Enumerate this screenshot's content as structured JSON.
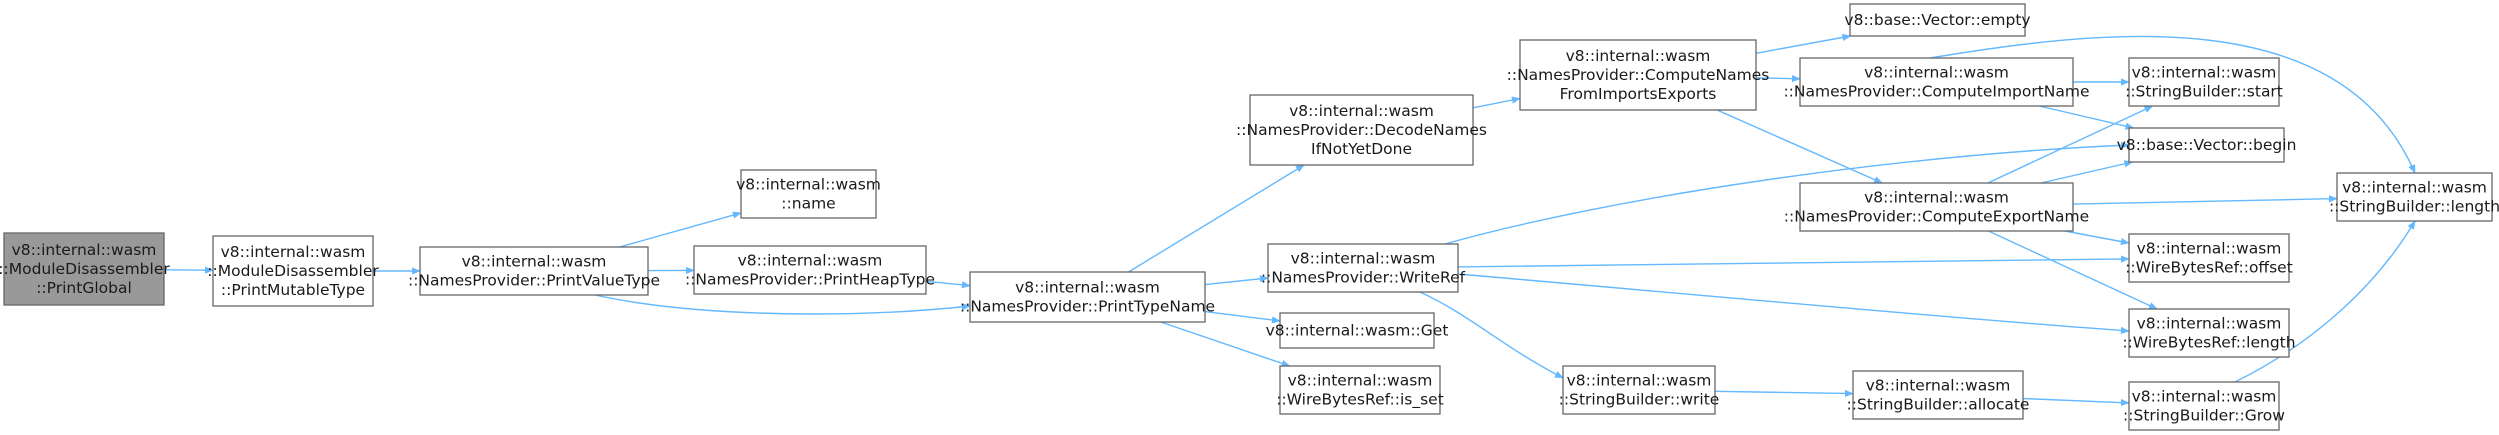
{
  "graph": {
    "colors": {
      "edge": "#63b8ff",
      "node_border": "#666666",
      "root_fill": "#999999",
      "node_fill": "#ffffff"
    },
    "nodes": [
      {
        "id": "printGlobal",
        "lines": [
          "v8::internal::wasm",
          "::ModuleDisassembler",
          "::PrintGlobal"
        ],
        "root": true
      },
      {
        "id": "printMutableType",
        "lines": [
          "v8::internal::wasm",
          "::ModuleDisassembler",
          "::PrintMutableType"
        ]
      },
      {
        "id": "printValueType",
        "lines": [
          "v8::internal::wasm",
          "::NamesProvider::PrintValueType"
        ]
      },
      {
        "id": "name",
        "lines": [
          "v8::internal::wasm",
          "::name"
        ]
      },
      {
        "id": "printHeapType",
        "lines": [
          "v8::internal::wasm",
          "::NamesProvider::PrintHeapType"
        ]
      },
      {
        "id": "printTypeName",
        "lines": [
          "v8::internal::wasm",
          "::NamesProvider::PrintTypeName"
        ]
      },
      {
        "id": "decodeNames",
        "lines": [
          "v8::internal::wasm",
          "::NamesProvider::DecodeNames",
          "IfNotYetDone"
        ]
      },
      {
        "id": "writeRef",
        "lines": [
          "v8::internal::wasm",
          "::NamesProvider::WriteRef"
        ]
      },
      {
        "id": "get",
        "lines": [
          "v8::internal::wasm::Get"
        ]
      },
      {
        "id": "isSet",
        "lines": [
          "v8::internal::wasm",
          "::WireBytesRef::is_set"
        ]
      },
      {
        "id": "computeNames",
        "lines": [
          "v8::internal::wasm",
          "::NamesProvider::ComputeNames",
          "FromImportsExports"
        ]
      },
      {
        "id": "sbWrite",
        "lines": [
          "v8::internal::wasm",
          "::StringBuilder::write"
        ]
      },
      {
        "id": "vecEmpty",
        "lines": [
          "v8::base::Vector::empty"
        ]
      },
      {
        "id": "computeImport",
        "lines": [
          "v8::internal::wasm",
          "::NamesProvider::ComputeImportName"
        ]
      },
      {
        "id": "computeExport",
        "lines": [
          "v8::internal::wasm",
          "::NamesProvider::ComputeExportName"
        ]
      },
      {
        "id": "sbAllocate",
        "lines": [
          "v8::internal::wasm",
          "::StringBuilder::allocate"
        ]
      },
      {
        "id": "sbStart",
        "lines": [
          "v8::internal::wasm",
          "::StringBuilder::start"
        ]
      },
      {
        "id": "vecBegin",
        "lines": [
          "v8::base::Vector::begin"
        ]
      },
      {
        "id": "wbOffset",
        "lines": [
          "v8::internal::wasm",
          "::WireBytesRef::offset"
        ]
      },
      {
        "id": "wbLength",
        "lines": [
          "v8::internal::wasm",
          "::WireBytesRef::length"
        ]
      },
      {
        "id": "sbGrow",
        "lines": [
          "v8::internal::wasm",
          "::StringBuilder::Grow"
        ]
      },
      {
        "id": "sbLength",
        "lines": [
          "v8::internal::wasm",
          "::StringBuilder::length"
        ]
      }
    ],
    "edges": [
      [
        "printGlobal",
        "printMutableType"
      ],
      [
        "printMutableType",
        "printValueType"
      ],
      [
        "printValueType",
        "name"
      ],
      [
        "printValueType",
        "printHeapType"
      ],
      [
        "printValueType",
        "printTypeName"
      ],
      [
        "printHeapType",
        "printTypeName"
      ],
      [
        "printTypeName",
        "decodeNames"
      ],
      [
        "printTypeName",
        "writeRef"
      ],
      [
        "printTypeName",
        "get"
      ],
      [
        "printTypeName",
        "isSet"
      ],
      [
        "decodeNames",
        "computeNames"
      ],
      [
        "computeNames",
        "vecEmpty"
      ],
      [
        "computeNames",
        "computeImport"
      ],
      [
        "computeNames",
        "computeExport"
      ],
      [
        "writeRef",
        "vecBegin"
      ],
      [
        "writeRef",
        "wbOffset"
      ],
      [
        "writeRef",
        "wbLength"
      ],
      [
        "writeRef",
        "sbWrite"
      ],
      [
        "computeImport",
        "sbStart"
      ],
      [
        "computeImport",
        "vecBegin"
      ],
      [
        "computeImport",
        "sbLength"
      ],
      [
        "computeExport",
        "sbStart"
      ],
      [
        "computeExport",
        "vecBegin"
      ],
      [
        "computeExport",
        "sbLength"
      ],
      [
        "computeExport",
        "wbOffset"
      ],
      [
        "computeExport",
        "wbLength"
      ],
      [
        "sbWrite",
        "sbAllocate"
      ],
      [
        "sbAllocate",
        "sbGrow"
      ],
      [
        "sbGrow",
        "sbLength"
      ]
    ]
  }
}
